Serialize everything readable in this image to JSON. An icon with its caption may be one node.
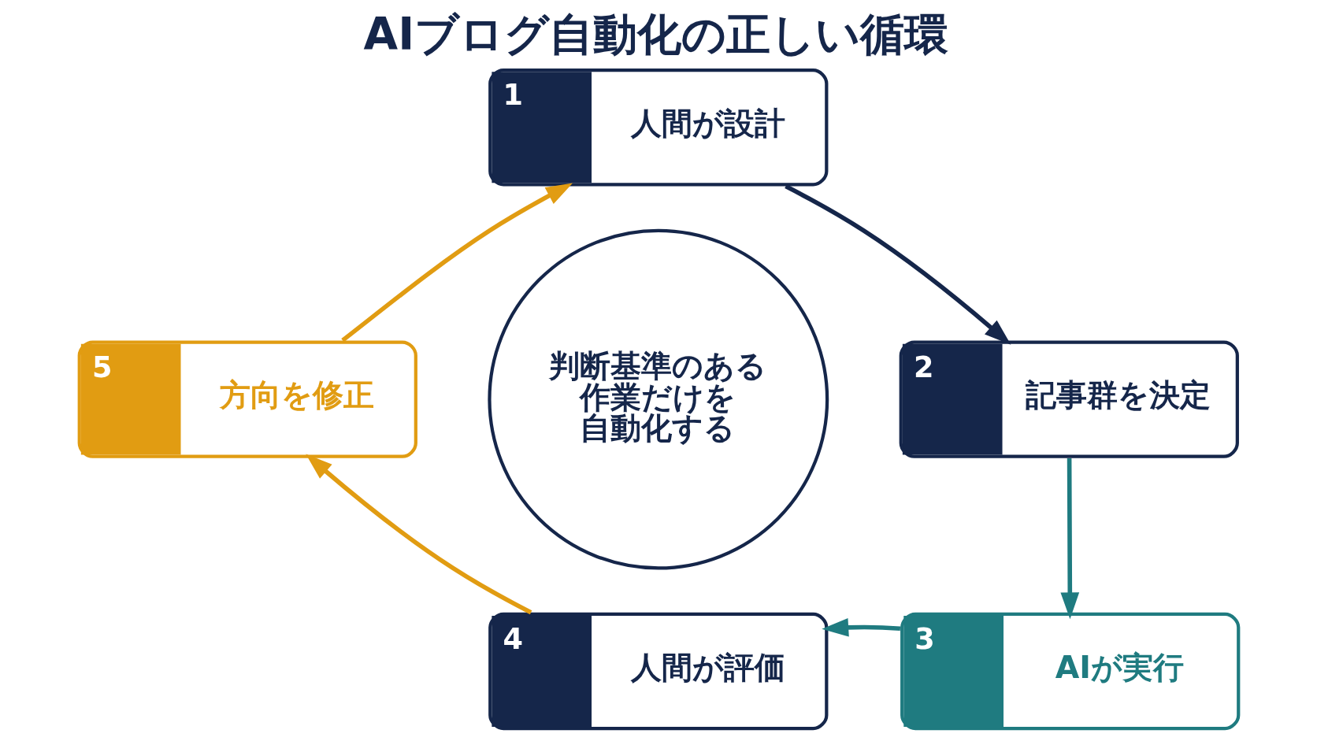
{
  "diagram": {
    "title": "AIブログ自動化の正しい循環",
    "nodes": [
      {
        "text": [
          "1",
          "人間が設計"
        ]
      },
      {
        "text": [
          "2",
          "記事群を決定"
        ]
      },
      {
        "text": [
          "3",
          "AIが実行"
        ]
      },
      {
        "text": [
          "4",
          "人間が評価"
        ]
      },
      {
        "text": [
          "5",
          "方向を修正"
        ]
      },
      {
        "text": [
          "判断基準のある作業だけを自動化する"
        ]
      }
    ],
    "edges": [
      {
        "from": 0,
        "to": 1,
        "arrow": "to",
        "color": "#15264a"
      },
      {
        "from": 1,
        "to": 2,
        "arrow": "to",
        "color": "#1f7b80"
      },
      {
        "from": 2,
        "to": 3,
        "arrow": "to",
        "color": "#1f7b80"
      },
      {
        "from": 3,
        "to": 4,
        "arrow": "to",
        "color": "#e19c12"
      },
      {
        "from": 4,
        "to": 0,
        "arrow": "to",
        "color": "#e19c12"
      }
    ]
  }
}
